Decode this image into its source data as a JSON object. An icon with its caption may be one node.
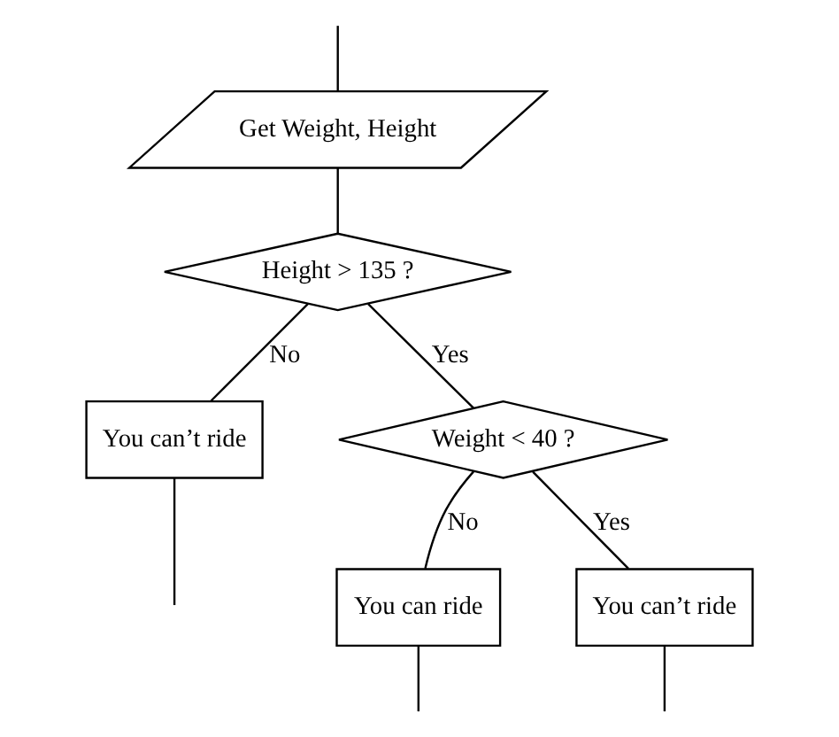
{
  "diagram": {
    "nodes": [
      {
        "text": [
          "Get Weight, Height"
        ]
      },
      {
        "text": [
          "Height > 135 ?"
        ]
      },
      {
        "text": [
          "You can’t ride"
        ]
      },
      {
        "text": [
          "Weight < 40 ?"
        ]
      },
      {
        "text": [
          "You can ride"
        ]
      },
      {
        "text": [
          "You can’t ride"
        ]
      }
    ],
    "edges": [
      {
        "from": null,
        "to": 0,
        "arrow": "none"
      },
      {
        "from": 0,
        "to": 1,
        "arrow": "none"
      },
      {
        "from": 1,
        "to": 2,
        "arrow": "none",
        "label": "No"
      },
      {
        "from": 1,
        "to": 3,
        "arrow": "none",
        "label": "Yes"
      },
      {
        "from": 3,
        "to": 4,
        "arrow": "none",
        "label": "No"
      },
      {
        "from": 3,
        "to": 5,
        "arrow": "none",
        "label": "Yes"
      },
      {
        "from": 4,
        "to": null,
        "arrow": "none"
      },
      {
        "from": 5,
        "to": null,
        "arrow": "none"
      },
      {
        "from": 2,
        "to": null,
        "arrow": "none"
      }
    ]
  }
}
